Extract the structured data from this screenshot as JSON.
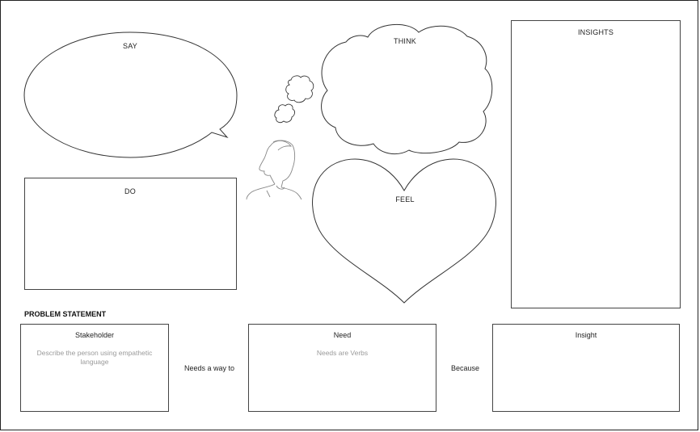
{
  "canvas": {
    "say_label": "SAY",
    "think_label": "THINK",
    "do_label": "DO",
    "feel_label": "FEEL",
    "insights_label": "INSIGHTS"
  },
  "problem_statement": {
    "title": "PROBLEM STATEMENT",
    "stakeholder": {
      "title": "Stakeholder",
      "hint": "Describe the person using empathetic language"
    },
    "connector_1": "Needs a way to",
    "need": {
      "title": "Need",
      "hint": "Needs are Verbs"
    },
    "connector_2": "Because",
    "insight": {
      "title": "Insight",
      "hint": ""
    }
  },
  "icons": [
    "person-icon",
    "speech-bubble-icon",
    "thought-cloud-icon",
    "heart-icon"
  ]
}
